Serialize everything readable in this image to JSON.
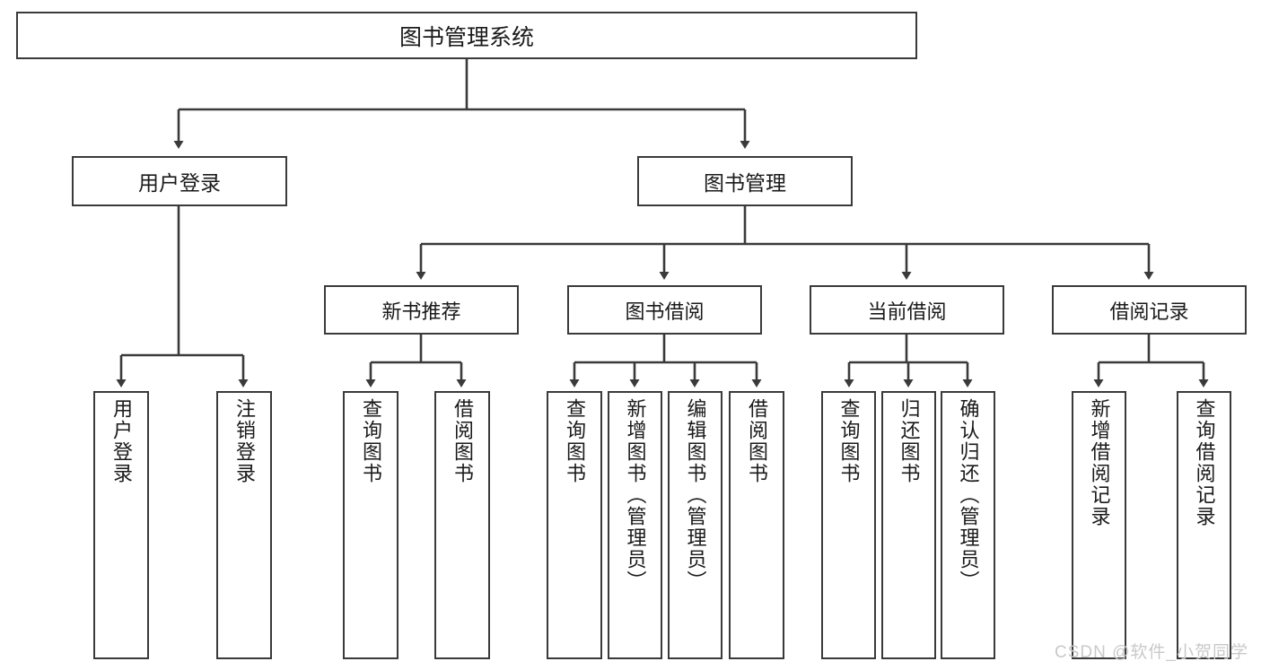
{
  "diagram": {
    "title": "图书管理系统",
    "root": {
      "label": "图书管理系统"
    },
    "tier2": [
      {
        "label": "用户登录"
      },
      {
        "label": "图书管理"
      }
    ],
    "tier3": [
      {
        "label": "新书推荐"
      },
      {
        "label": "图书借阅"
      },
      {
        "label": "当前借阅"
      },
      {
        "label": "借阅记录"
      }
    ],
    "leaves": {
      "user_login": [
        {
          "label": "用户登录"
        },
        {
          "label": "注销登录"
        }
      ],
      "new_book": [
        {
          "label": "查询图书"
        },
        {
          "label": "借阅图书"
        }
      ],
      "borrow": [
        {
          "label": "查询图书"
        },
        {
          "label": "新增图书（管理员）"
        },
        {
          "label": "编辑图书（管理员）"
        },
        {
          "label": "借阅图书"
        }
      ],
      "current": [
        {
          "label": "查询图书"
        },
        {
          "label": "归还图书"
        },
        {
          "label": "确认归还（管理员）"
        }
      ],
      "records": [
        {
          "label": "新增借阅记录"
        },
        {
          "label": "查询借阅记录"
        }
      ]
    }
  },
  "watermark": {
    "text": "CSDN @软件_小贺同学"
  },
  "colors": {
    "stroke": "#3a3a3a",
    "background": "#ffffff",
    "text": "#1a1a1a",
    "watermark": "#c9c9c9"
  }
}
